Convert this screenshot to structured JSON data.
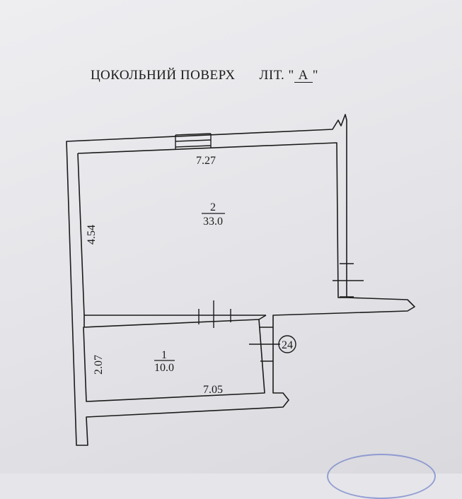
{
  "title": {
    "floor": "ЦОКОЛЬНИЙ ПОВЕРХ",
    "lit_prefix": "ЛІТ. \"",
    "lit_letter": "А",
    "lit_suffix": "\""
  },
  "rooms": [
    {
      "number": "2",
      "area": "33.0",
      "length": "7.27",
      "width": "4.54"
    },
    {
      "number": "1",
      "area": "10.0",
      "length": "7.05",
      "width": "2.07"
    }
  ],
  "marker": "24",
  "colors": {
    "ink": "#1b1b1b",
    "stamp": "#5d6fc4"
  }
}
